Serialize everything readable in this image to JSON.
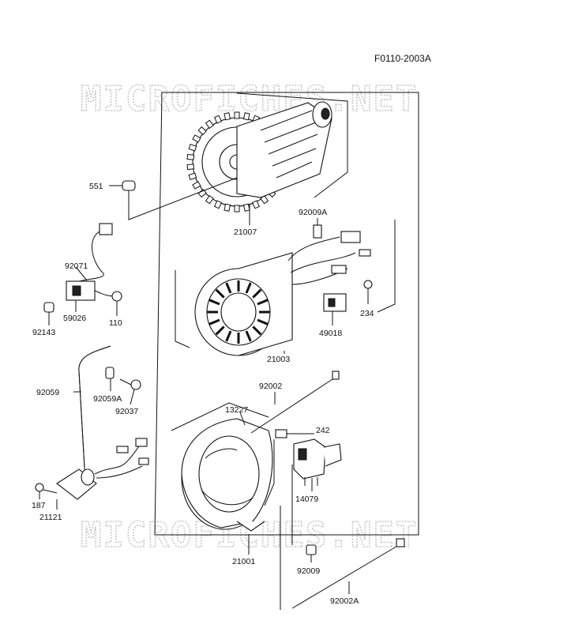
{
  "diagram_code": "F0110-2003A",
  "watermark": "MICROFICHES.NET",
  "parts": {
    "p551": "551",
    "p21007": "21007",
    "p92009A": "92009A",
    "p92071": "92071",
    "p59026": "59026",
    "p110": "110",
    "p92143": "92143",
    "p234": "234",
    "p49018": "49018",
    "p21003": "21003",
    "p92059": "92059",
    "p92059A": "92059A",
    "p92037": "92037",
    "p92002": "92002",
    "p13227": "13227",
    "p242": "242",
    "p14079": "14079",
    "p187": "187",
    "p21121": "21121",
    "p21001": "21001",
    "p92009": "92009",
    "p92002A": "92002A"
  }
}
